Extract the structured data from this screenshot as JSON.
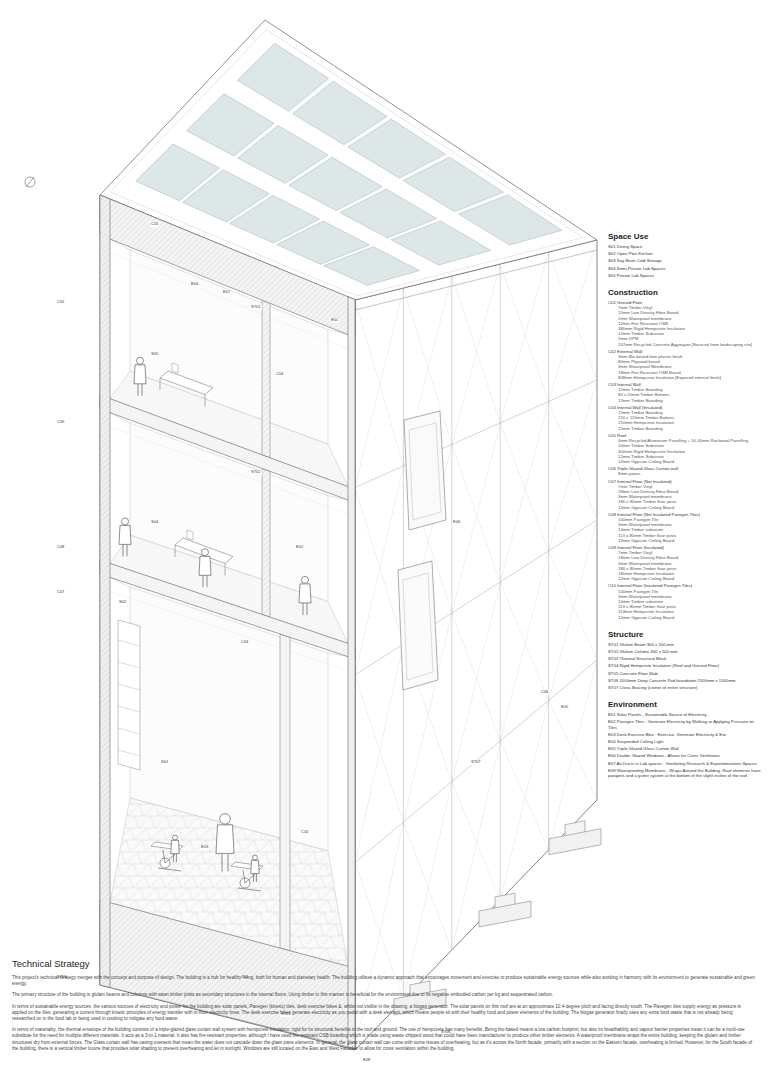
{
  "diagram": {
    "title": "Technical Strategy",
    "labels": [
      "C02",
      "E04",
      "E07",
      "C05",
      "E01",
      "S05",
      "ST01",
      "C04",
      "C09",
      "S04",
      "ST02",
      "E02",
      "C08",
      "C07",
      "S02",
      "C03",
      "S01",
      "E03",
      "C10",
      "E06",
      "C06",
      "E05",
      "ST07",
      "C01",
      "ST05",
      "E08",
      "ST06",
      "ST03",
      "Space Use",
      "S01 Dining Space",
      "S02 Open Plan Kitchen",
      "S03 Soy Bean Cold Storage",
      "S04 Semi-Private Lab Spaces",
      "S05 Private Lab Spaces",
      "Construction",
      "C01 Ground Floor",
      "7mm Timber Vinyl",
      "15mm Low Density Fibre Board",
      "2mm Waterproof membrane",
      "12mm Fire Resistant OSB",
      "380mm Rigid Hempcrete Insulation",
      "12mm Timber Substrate",
      "2mm DPM",
      "207mm Recycled Concrete Aggregate [Sourced from landscaping site]",
      "C02 External Wall",
      "3mm Bio-based lime plaster finish",
      "80mm Plywood board",
      "3mm Waterproof Membrane",
      "18mm Fire Resistant OSB Board",
      "808mm Hempcrete Insulation [Exposed internal finish]",
      "C03 Internal Wall",
      "12mm Timber Boarding",
      "80 x 50mm Timber Battens",
      "12mm Timber Boarding",
      "C04 Internal Wall (Insulated)",
      "15mm Timber Boarding",
      "210 x 120mm Timber Battens",
      "210mm Hempcrete Insulation",
      "15mm Timber Boarding",
      "C05 Roof",
      "4mm Recycled Aluminium Panelling + 50-50mm Rockwool Panelling",
      "20mm Timber Substrate",
      "400mm Rigid Hempcrete Insulation",
      "12mm Timber Substrate",
      "12mm Gypsum Ceiling Board",
      "C06 Triple Glazed Glass Curtain wall",
      "8mm panes",
      "C07 Internal Floor (Not Insulated)",
      "7mm Timber Vinyl",
      "18mm Low Density Fibre Board",
      "3mm Waterproof membrane",
      "180 x 80mm Timber floor joists",
      "12mm Gypsum Ceiling Board",
      "C08 Internal Floor (Not Insulated Pavegen Tiles)",
      "100mm Pavegen Tile",
      "3mm Waterproof membrane",
      "10mm Timber substrate",
      "113 x 80mm Timber floor joists",
      "12mm Gypsum Ceiling Board",
      "C09 Internal Floor (Insulated)",
      "7mm Timber Vinyl",
      "18mm Low Density Fibre Board",
      "3mm Waterproof membrane",
      "180 x 80mm Timber floor joists",
      "180mm Hempcrete Insulation",
      "12mm Gypsum Ceiling Board",
      "C10 Internal Floor (Insulated Pavegen Tiles)",
      "100mm Pavegen Tile",
      "3mm Waterproof membrane",
      "10mm Timber substrate",
      "113 x 80mm Timber floor joists",
      "113mm Hempcrete Insulation",
      "12mm Gypsum Ceiling Board",
      "Structure",
      "ST01 Glulam Beam 300 x 500 mm",
      "ST02 Glulam Column 300 x 500 mm",
      "ST03 Thermal Structural Block",
      "ST04 Rigid Hempcrete Insulation (Roof and Ground Floor)",
      "ST05 Concrete Floor Slab",
      "ST06 1000mm Deep Concrete Pad foundation 1500mm x 1500mm",
      "ST07 Cross Bracing (corner of entire structure)",
      "Environment",
      "E01 Solar Panels - Sustainable Source of Electricity",
      "E02 Pavegen Tiles - Generate Electricity by Walking or Applying Pressure on Tiles",
      "E03 Desk Exercise Bike - Exercise, Generate Electricity & Eat",
      "E04 Suspended Ceiling Light",
      "E05 Triple Glazed Glass Curtain Wall",
      "E06 Double Glazed Windows - Allows for Cross Ventilation",
      "E07 Air Ducts in Lab spaces - Ventilating Research & Experimentation Spaces",
      "E08 Waterproofing Membrane - Wraps Around the Building. Roof elements have parapets and a gutter system at the bottom of the slight incline of the roof.",
      "This project's technical strategy merges with the concept and purpose of design. The building is a hub for healthy living, both for human and planetary health. The building utilises a dynamic approach that encourages movement and exercise to produce sustainable energy sources while also working in harmony with its environment to generate sustainable and green energy.",
      "The primary structure of the building is glulam beams and columns with sawn timber joists as secondary structures in the internal floors. Using timber in this manner is beneficial for the environment due to its negative embodied carbon per kg and sequestrated carbon.",
      "In terms of sustainable energy sources, the various sources of electricity and power for the building are solar panels, Pavegen (kinetic) tiles, desk exercise bikes &, whilst not visible in the drawing, a biogas generator. The solar panels on this roof are at an approximate 10.4-degree pitch and facing directly south. The Pavegen tiles supply energy as pressure is applied on the tiles, generating a current through kinetic principles of energy transfer with in-floor electricity lines. The desk exercise bikes generate electricity as you pedal with a desk element, which means people sit with their healthy food and power elements of the building. The biogas generator finally uses any extra food waste that is not already being researched on in the food lab or being used in cooking to mitigate any food waste.",
      "In terms of materiality, the thermal envelope of the building consists of a triple-glazed glass curtain wall system with hempcrete insulation, rigid for its structural benefits in the roof and ground. The use of hempcrete has many benefits. Being bio-based means a low carbon footprint, but also its breathability and vapour barrier properties mean it can be a multi-use substitute for the need for multiple different materials. It acts as a 3-in-1 material. It also has fire-resistant properties, although I have used fire-resistant OSB boarding which is made using waste chipped wood that could have been manufacturer to produce other timber elements. A waterproof membrane wraps the entire building, keeping the glulam and timber structures dry from external forces. The Glass curtain wall has casing oversets that mean the water does not cascade down the glass pane elements. In general, the glass curtain wall can come with some issues of overheating, but as it's across the North facade, primarily with a section on the Eastern facade, overheating is limited. However, for the South facade of the building, there is a vertical timber louvre that provides solar shading to prevent overheating and let in sunlight. Windows are still located on the East and West Facades to allow for cross ventilation within the building."
    ]
  }
}
